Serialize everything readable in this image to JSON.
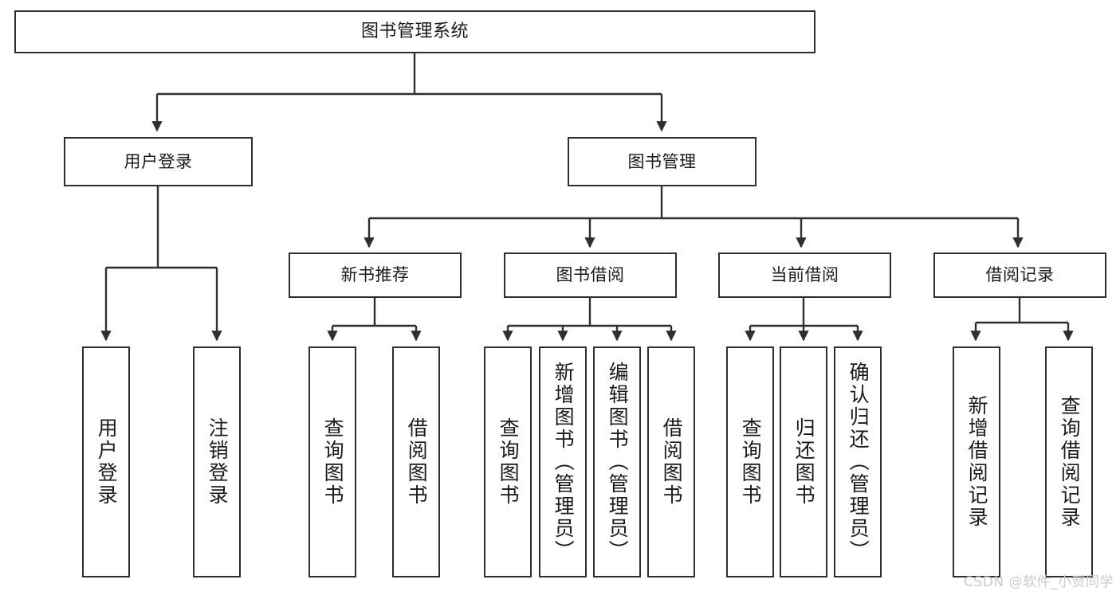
{
  "diagram": {
    "title": "图书管理系统",
    "watermark": "CSDN @软件_小贺同学",
    "line_color": "#2f2f2f",
    "box_fill": "#ffffff",
    "text_color": "#1a1a1a",
    "background": "#ffffff",
    "nodes": {
      "root": {
        "label": "图书管理系统"
      },
      "level2": [
        {
          "label": "用户登录"
        },
        {
          "label": "图书管理"
        }
      ],
      "level3": [
        {
          "label": "新书推荐"
        },
        {
          "label": "图书借阅"
        },
        {
          "label": "当前借阅"
        },
        {
          "label": "借阅记录"
        }
      ],
      "leaves_user_login": [
        {
          "label": "用户登录"
        },
        {
          "label": "注销登录"
        }
      ],
      "leaves_new_book": [
        {
          "label": "查询图书"
        },
        {
          "label": "借阅图书"
        }
      ],
      "leaves_borrow": [
        {
          "label": "查询图书"
        },
        {
          "label": "新增图书（管理员）"
        },
        {
          "label": "编辑图书（管理员）"
        },
        {
          "label": "借阅图书"
        }
      ],
      "leaves_current": [
        {
          "label": "查询图书"
        },
        {
          "label": "归还图书"
        },
        {
          "label": "确认归还（管理员）"
        }
      ],
      "leaves_records": [
        {
          "label": "新增借阅记录"
        },
        {
          "label": "查询借阅记录"
        }
      ]
    }
  }
}
